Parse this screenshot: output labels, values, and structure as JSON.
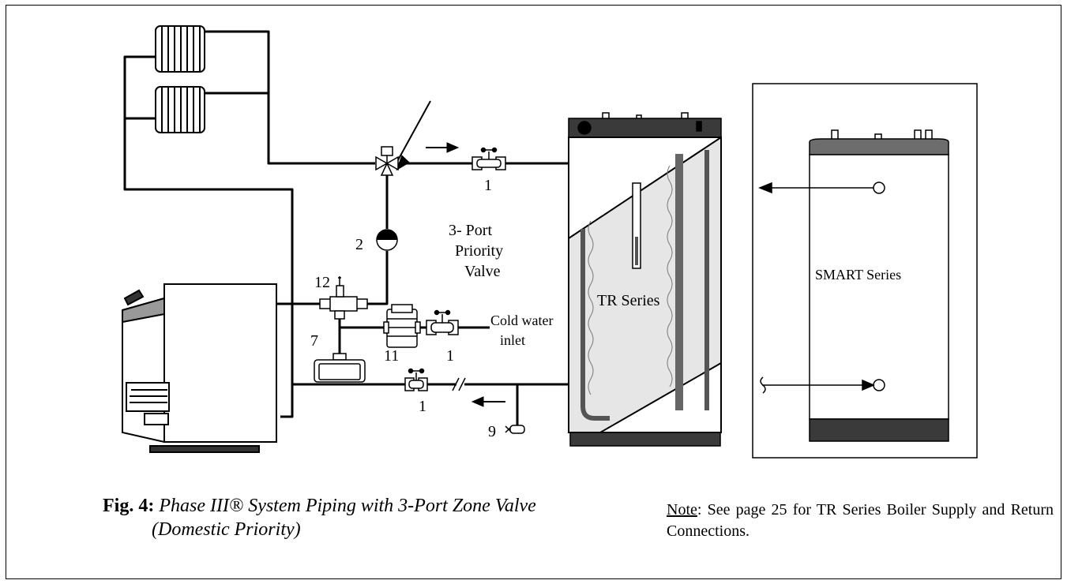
{
  "labels": {
    "valve_label": [
      "3- Port",
      "Priority",
      "Valve"
    ],
    "cold_water": [
      "Cold water",
      "inlet"
    ],
    "tr_series": "TR Series",
    "smart_series": "SMART Series",
    "num_1a": "1",
    "num_1b": "1",
    "num_1c": "1",
    "num_2": "2",
    "num_7": "7",
    "num_9": "9",
    "num_11": "11",
    "num_12": "12"
  },
  "caption": {
    "fig": "Fig. 4:",
    "title_line1": "Phase III® System Piping with 3-Port Zone Valve",
    "title_line2": "(Domestic Priority)"
  },
  "note": {
    "label": "Note",
    "text": ": See page 25 for TR Series Boiler Supply and Return Connections."
  }
}
